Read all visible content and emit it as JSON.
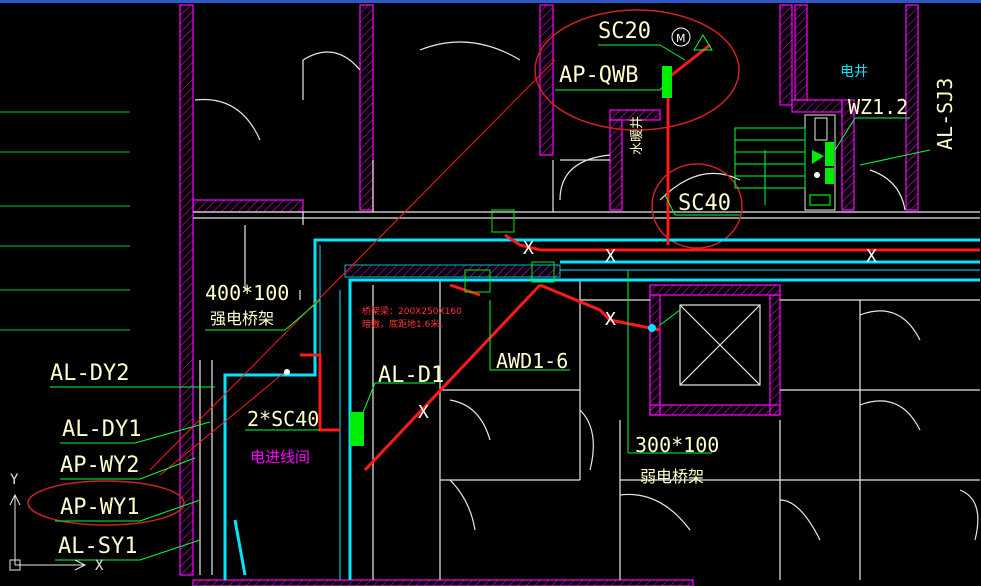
{
  "colors": {
    "background": "#000000",
    "wall_hatch": "#ff00ff",
    "wall_line": "#ffffff",
    "cable_tray": "#00e5ff",
    "power_line": "#ff1a1a",
    "annotation": "#ffffcc",
    "leader": "#00ff33",
    "device": "#00ee00",
    "highlight_ellipse": "#cc2222",
    "note_text": "#ff3333",
    "magenta_text": "#ff00ff",
    "accent_blue": "#2f57c9"
  },
  "labels": {
    "sc20": "SC20",
    "ap_qwb": "AP-QWB",
    "water_shaft": "水暖井",
    "elec_shaft": "电井",
    "wz": "WZ1.2",
    "al_sj3": "AL-SJ3",
    "sc40": "SC40",
    "tray_400": "400*100",
    "tray_400_name": "强电桥架",
    "tray_note_1": "桥架梁：200X250X160",
    "tray_note_2": "暗敷，底距地1.6米。",
    "al_d1": "AL-D1",
    "awd": "AWD1-6",
    "sc40_double": "2*SC40",
    "incoming_cable_room": "电进线间",
    "tray_300": "300*100",
    "tray_300_name": "弱电桥架",
    "cross_mark": "X",
    "motor_mark": "M"
  },
  "panels": {
    "al_dy2": "AL-DY2",
    "al_dy1": "AL-DY1",
    "ap_wy2": "AP-WY2",
    "ap_wy1": "AP-WY1",
    "al_sy1": "AL-SY1"
  },
  "axes": {
    "y": "Y",
    "x": "X"
  }
}
